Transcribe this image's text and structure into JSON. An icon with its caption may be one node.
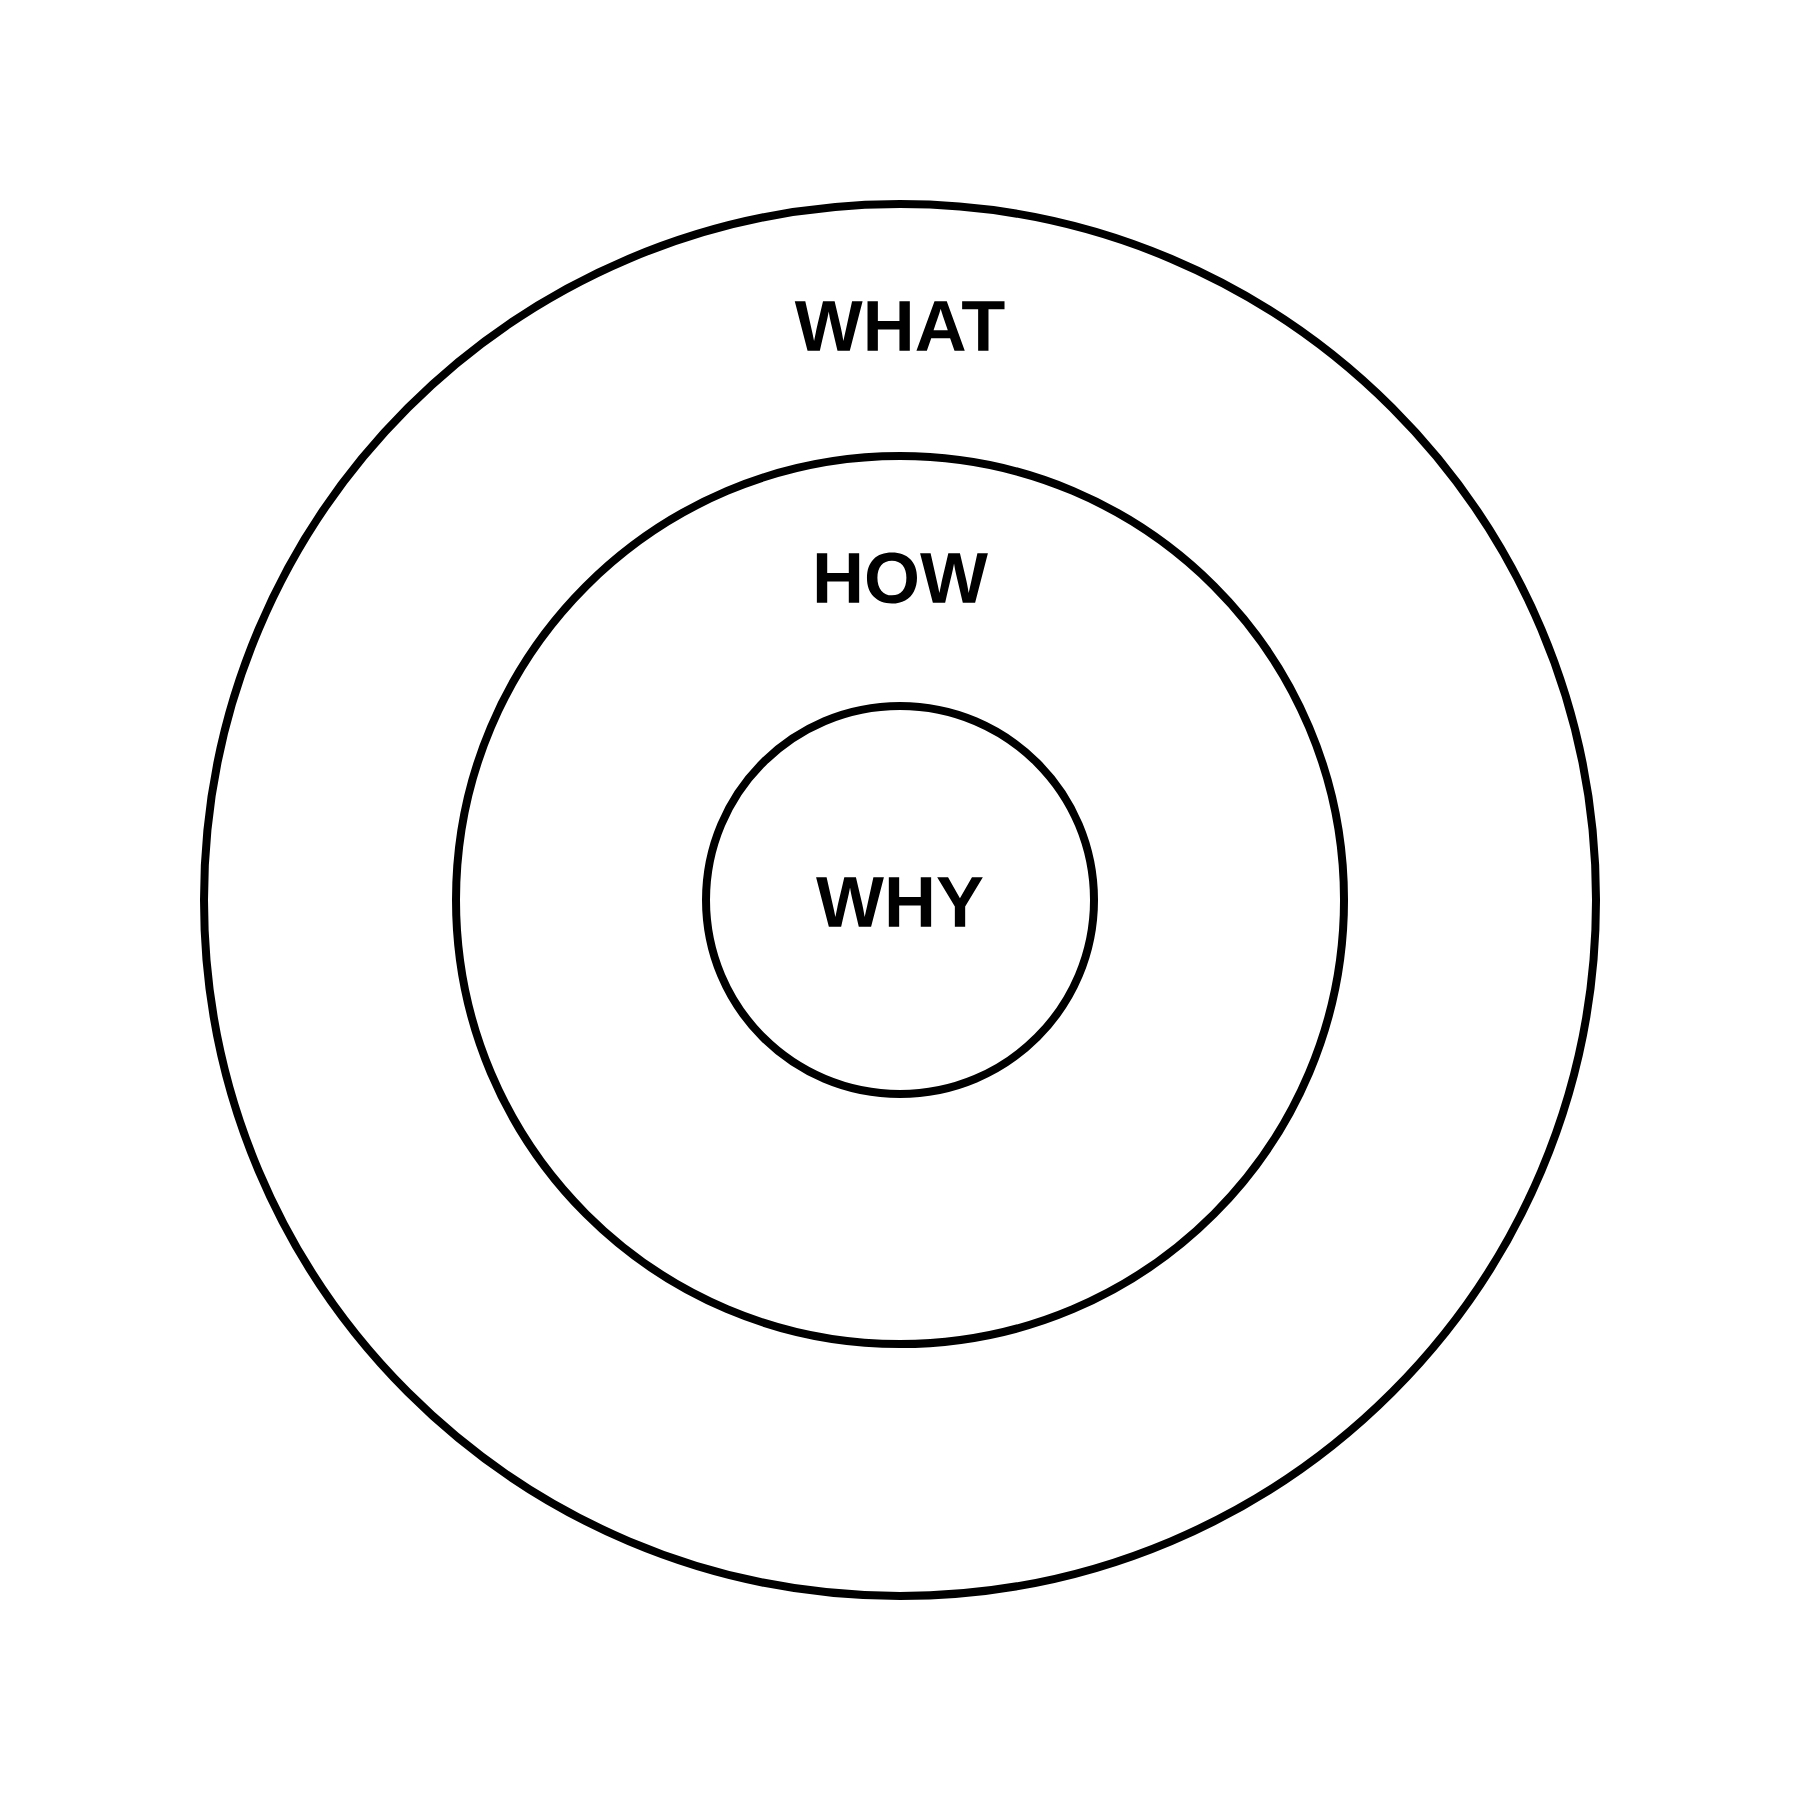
{
  "diagram": {
    "nodes": [
      {
        "text": [
          "WHAT"
        ]
      },
      {
        "text": [
          "HOW"
        ],
        "in": 0
      },
      {
        "text": [
          "WHY"
        ],
        "in": 1
      }
    ]
  }
}
